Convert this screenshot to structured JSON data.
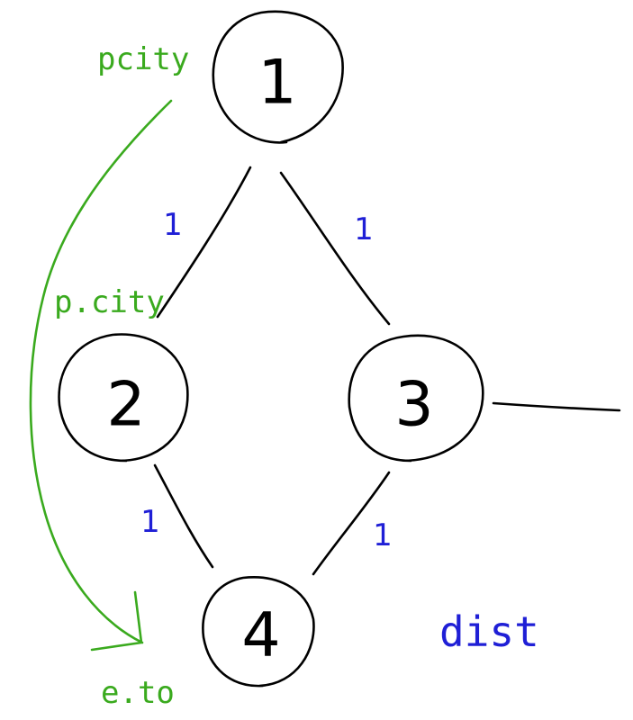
{
  "colors": {
    "ink": "#000000",
    "weight": "#1f1fd6",
    "pointer": "#3aaa1e",
    "background": "#ffffff"
  },
  "nodes": [
    {
      "id": "1",
      "label": "1"
    },
    {
      "id": "2",
      "label": "2"
    },
    {
      "id": "3",
      "label": "3"
    },
    {
      "id": "4",
      "label": "4"
    }
  ],
  "edges": [
    {
      "from": "1",
      "to": "2",
      "weight": "1"
    },
    {
      "from": "1",
      "to": "3",
      "weight": "1"
    },
    {
      "from": "2",
      "to": "4",
      "weight": "1"
    },
    {
      "from": "3",
      "to": "4",
      "weight": "1"
    },
    {
      "from": "3",
      "to": "",
      "weight": ""
    }
  ],
  "annotations": {
    "pcity_top": "pcity",
    "pcity_mid": "p.city",
    "eto": "e.to",
    "dist": "dist"
  }
}
